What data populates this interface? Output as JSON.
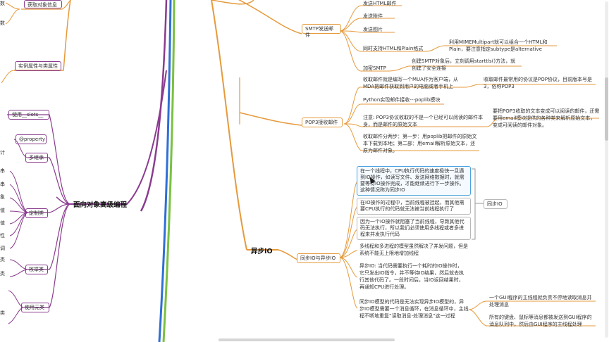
{
  "left": {
    "get_info": "获取对象信息",
    "scroll_frag1": "数",
    "scroll_frag2": "数",
    "instance_class": "实例属性与类属性",
    "use_slots": "使用__slots__",
    "property": "@property",
    "multi_inherit": "多继承",
    "custom_class": "定制类",
    "enum_class": "枚举类",
    "meta_class": "使用元类",
    "frags": [
      "计",
      "串",
      "串",
      "象",
      "值",
      "值",
      "性",
      "调",
      "类",
      "类",
      "类"
    ]
  },
  "center": {
    "oop_advanced": "面向对象高级编程",
    "async_io": "异步IO"
  },
  "smtp": {
    "title": "SMTP发送邮件",
    "send_html": "发送HTML邮件",
    "send_attach": "发送附件",
    "send_image": "发送图片",
    "html_plain": "同时支持HTML和Plain格式",
    "html_plain_note": "利用MIMEMultipart就可以组合一个HTML和Plain，要注意指定subtype是alternative",
    "encrypt": "加密SMTP",
    "encrypt_note": "创建SMTP对象后，立刻调用starttls()方法，就创建了安全连接"
  },
  "pop3": {
    "title": "POP3接收邮件",
    "receive_desc": "收取邮件就是编写一个MUA作为客户端，从MDA把邮件获取到用户的电脑或者手机上",
    "receive_protocol": "收取邮件最常用的协议是POP协议，目前版本号是3，俗称POP3",
    "poplib": "Python实现邮件接收---poplib模块",
    "note": "注意: POP3协议收取的不是一个已经可以阅读的邮件本身，而是邮件的原始文本",
    "note_detail": "要把POP3收取的文本变成可以阅读的邮件，还需要用email模块提供的各种类来解析原始文本，变成可阅读的邮件对象。",
    "steps": "收取邮件分两步：第一步：用poplib把邮件的原始文本下载到本地；第二部：用email解析原始文本，还原为邮件对象。"
  },
  "sync_async": {
    "title": "同步IO与异步IO",
    "sync_label": "同步IO",
    "para1": "在一个线程中，CPU执行代码的速度极快一旦遇到IO操作，如读写文件、发送网络数据时，就需要等待IO操作完成，才能继续进行下一步操作。这种情况称为同步IO",
    "para2": "在IO操作的过程中，当前线程被挂起，而其他需要CPU执行的代码就无法被当前线程执行了",
    "para3": "因为一个IO操作就阻塞了当前线程，导致其他代码无法执行，所以我们必须使用多线程或者多进程来并发执行代码",
    "para4": "多线程和多进程的模型虽然解决了并发问题，但是系统不能无上限地增加线程",
    "para5": "异步IO: 当代码需要执行一个耗时的IO操作时，它只发出IO指令，并不等待IO结果，然后就去执行其他代码了。一段时间后，当IO返回结果时，再通知CPU进行处理。",
    "para6": "同步IO模型的代码是无法实现异步IO模型的，异步IO模型需要一个消息循环，在消息循环中，主线程不断地重复“读取消息-处理消息”这一过程",
    "gui1": "一个GUI程序的主线程就负责不停地读取消息并处理消息",
    "gui2": "所有的键盘、鼠标等消息都被发送到GUI程序的消息队列中，然后由GUI程序的主线程处理"
  },
  "colors": {
    "orange": "#e59a3c",
    "purple": "#8a3b8f",
    "blue_line": "#2f6fd6",
    "green_line": "#7ac142",
    "teal": "#2a9d8f"
  }
}
